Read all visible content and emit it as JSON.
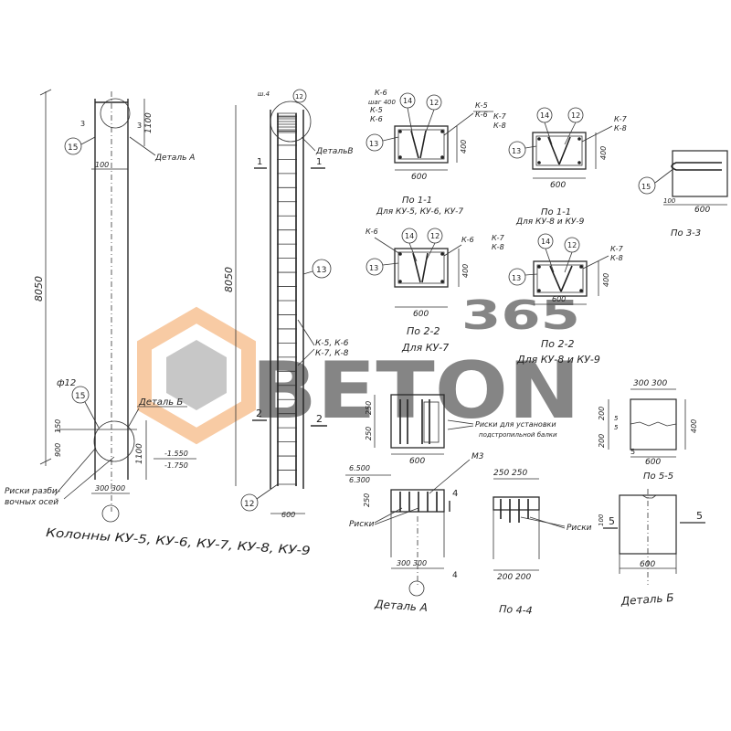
{
  "title": "Колонны КУ-5, КУ-6, КУ-7, КУ-8, КУ-9",
  "watermark": {
    "brand": "BETON",
    "num": "365",
    "orange": "#f3a15b",
    "grey": "#9a9a9a"
  },
  "col1": {
    "height": "8050",
    "dim_top": "1100",
    "dim_bot": "1100",
    "dim_900": "900",
    "dim_150": "150",
    "dim_100": "100",
    "dim_base": "300 300",
    "elev_top": "-1.550",
    "elev_bot": "-1.750",
    "rebar_mark": "ф12",
    "callout_15a": "15",
    "callout_15b": "15",
    "detail_a": "Деталь А",
    "detail_b": "Деталь Б",
    "sect_mark": "3",
    "note1": "Риски разби-",
    "note2": "вочных осей"
  },
  "col2": {
    "height": "8050",
    "width": "600",
    "detail": "ДетальВ",
    "callout_12a": "12",
    "callout_12b": "12",
    "callout_13": "13",
    "frame_label1": "К-5, К-6",
    "frame_label2": "К-7, К-8",
    "sec1": "1",
    "sec2": "2",
    "top_note": "ш.4"
  },
  "sections": {
    "s11a": {
      "top1": "К-6",
      "top2": "шаг 400",
      "left1": "К-5",
      "left2": "К-6",
      "right1": "К-5",
      "right2": "К-6",
      "c14": "14",
      "c12": "12",
      "c13": "13",
      "w": "600",
      "h": "400",
      "cap1": "По 1-1",
      "cap2": "Для КУ-5, КУ-6, КУ-7"
    },
    "s11b": {
      "left1": "К-7",
      "left2": "К-8",
      "right1": "К-7",
      "right2": "К-8",
      "c14": "14",
      "c12": "12",
      "c13": "13",
      "w": "600",
      "h": "400",
      "cap1": "По 1-1",
      "cap2": "Для КУ-8 и КУ-9"
    },
    "s22a": {
      "left": "К-6",
      "right": "К-6",
      "c14": "14",
      "c12": "12",
      "c13": "13",
      "w": "600",
      "h": "400",
      "cap1": "По 2-2",
      "cap2": "Для КУ-7"
    },
    "s22b": {
      "left1": "К-7",
      "left2": "К-8",
      "right1": "К-7",
      "right2": "К-8",
      "c14": "14",
      "c12": "12",
      "c13": "13",
      "w": "600",
      "h": "400",
      "cap1": "По 2-2",
      "cap2": "Для КУ-8 и КУ-9"
    },
    "s33": {
      "c15": "15",
      "w": "600",
      "w2": "100",
      "cap": "По 3-3"
    }
  },
  "detailA": {
    "dim_250a": "250",
    "dim_250b": "250",
    "dim_w": "600",
    "elev_top": "6.500",
    "elev_bot": "6.300",
    "dim_250v": "250",
    "note_m3": "М3",
    "note_risks": "Риски для установки",
    "note_risks2": "подстропильной балки",
    "risks": "Риски",
    "dim_base": "300   300",
    "sect4": "4",
    "caption": "Деталь А"
  },
  "s44": {
    "top": "250  250",
    "bot": "200  200",
    "risks": "Риски",
    "caption": "По 4-4"
  },
  "s55": {
    "top": "300  300",
    "left1": "200",
    "left2": "200",
    "mid": "5",
    "mid2": "5",
    "right": "400",
    "w": "600",
    "mark": "5",
    "caption": "По 5-5"
  },
  "detailB": {
    "sec": "5",
    "sec2": "5",
    "dim_100": "100",
    "w": "600",
    "caption": "Деталь Б"
  }
}
